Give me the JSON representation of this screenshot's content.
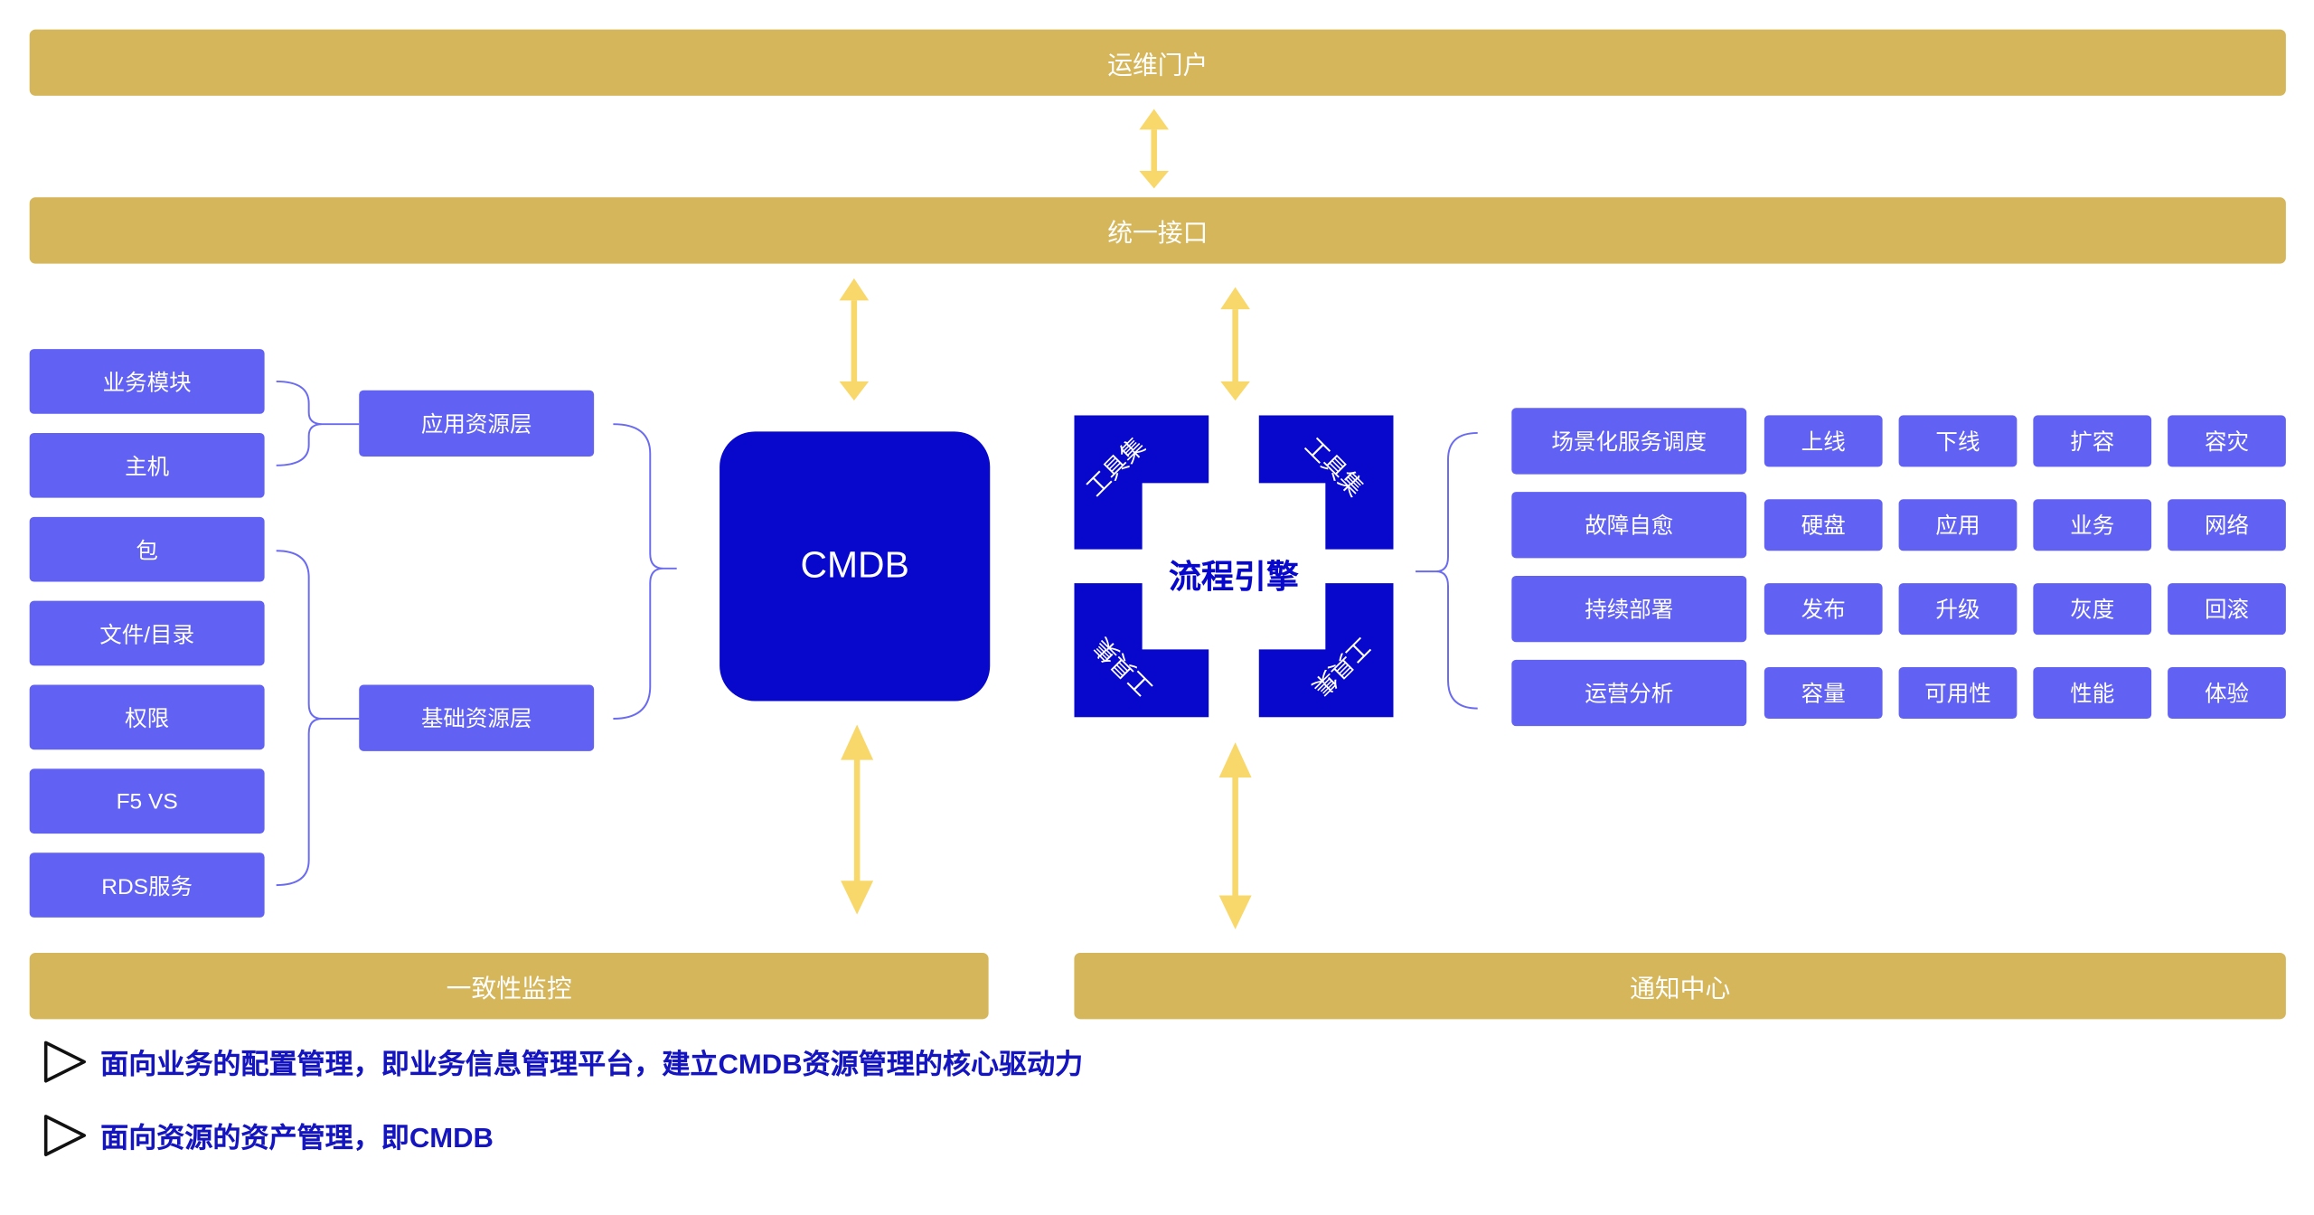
{
  "top": {
    "portal": "运维门户",
    "api": "统一接口"
  },
  "left_resources": {
    "items": [
      "业务模块",
      "主机",
      "包",
      "文件/目录",
      "权限",
      "F5 VS",
      "RDS服务"
    ],
    "layers": {
      "app": "应用资源层",
      "base": "基础资源层"
    }
  },
  "center": {
    "cmdb": "CMDB",
    "engine": "流程引擎",
    "toolset": "工具集"
  },
  "scenarios": [
    {
      "name": "场景化服务调度",
      "tags": [
        "上线",
        "下线",
        "扩容",
        "容灾"
      ]
    },
    {
      "name": "故障自愈",
      "tags": [
        "硬盘",
        "应用",
        "业务",
        "网络"
      ]
    },
    {
      "name": "持续部署",
      "tags": [
        "发布",
        "升级",
        "灰度",
        "回滚"
      ]
    },
    {
      "name": "运营分析",
      "tags": [
        "容量",
        "可用性",
        "性能",
        "体验"
      ]
    }
  ],
  "bottom": {
    "monitor": "一致性监控",
    "notify": "通知中心"
  },
  "bullets": [
    "面向业务的配置管理，即业务信息管理平台，建立CMDB资源管理的核心驱动力",
    "面向资源的资产管理，即CMDB"
  ],
  "colors": {
    "gold_bar": "#D5B65A",
    "arrow": "#F8D86B",
    "box": "#6161F4",
    "core": "#0808CC",
    "bracket": "#6B6BF0",
    "bullet_text": "#1515C0"
  }
}
